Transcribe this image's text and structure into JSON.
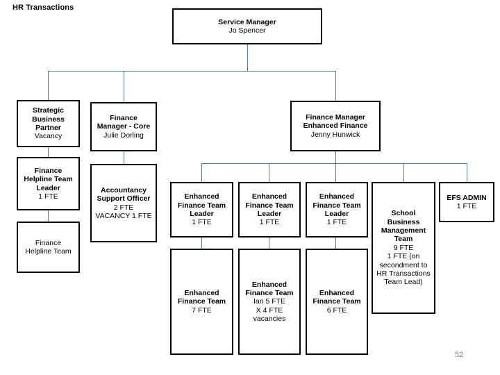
{
  "slide": {
    "title": "HR Transactions",
    "page_number": "52",
    "connector_color": "#4E7B9E",
    "box_border_color": "#000000",
    "background_color": "#FFFFFF"
  },
  "chart_data": {
    "type": "diagram",
    "diagram_type": "org-chart",
    "title": "HR Transactions",
    "nodes": [
      {
        "id": "service-manager",
        "lines": [
          {
            "text": "Service Manager",
            "bold": true
          },
          {
            "text": "Jo Spencer",
            "bold": false
          }
        ]
      },
      {
        "id": "strategic-business-partner",
        "lines": [
          {
            "text": "Strategic",
            "bold": true
          },
          {
            "text": "Business",
            "bold": true
          },
          {
            "text": "Partner",
            "bold": true
          },
          {
            "text": "Vacancy",
            "bold": false
          }
        ]
      },
      {
        "id": "finance-helpline-team-leader",
        "lines": [
          {
            "text": "Finance",
            "bold": true
          },
          {
            "text": "Helpline Team",
            "bold": true
          },
          {
            "text": "Leader",
            "bold": true
          },
          {
            "text": "1 FTE",
            "bold": false
          }
        ]
      },
      {
        "id": "finance-helpline-team",
        "lines": [
          {
            "text": "Finance",
            "bold": false
          },
          {
            "text": "Helpline Team",
            "bold": false
          }
        ]
      },
      {
        "id": "finance-manager-core",
        "lines": [
          {
            "text": "Finance",
            "bold": true
          },
          {
            "text": "Manager - Core",
            "bold": true
          },
          {
            "text": "Julie Dorling",
            "bold": false
          }
        ]
      },
      {
        "id": "accountancy-support-officer",
        "lines": [
          {
            "text": "Accountancy",
            "bold": true
          },
          {
            "text": "Support Officer",
            "bold": true
          },
          {
            "text": "2 FTE",
            "bold": false
          },
          {
            "text": "VACANCY 1 FTE",
            "bold": false
          }
        ]
      },
      {
        "id": "finance-manager-enhanced-finance",
        "lines": [
          {
            "text": "Finance Manager",
            "bold": true
          },
          {
            "text": "Enhanced Finance",
            "bold": true
          },
          {
            "text": "Jenny Hunwick",
            "bold": false
          }
        ]
      },
      {
        "id": "enhanced-finance-team-leader-1",
        "lines": [
          {
            "text": "Enhanced",
            "bold": true
          },
          {
            "text": "Finance Team",
            "bold": true
          },
          {
            "text": "Leader",
            "bold": true
          },
          {
            "text": "1 FTE",
            "bold": false
          }
        ]
      },
      {
        "id": "enhanced-finance-team-leader-2",
        "lines": [
          {
            "text": "Enhanced",
            "bold": true
          },
          {
            "text": "Finance Team",
            "bold": true
          },
          {
            "text": "Leader",
            "bold": true
          },
          {
            "text": "1 FTE",
            "bold": false
          }
        ]
      },
      {
        "id": "enhanced-finance-team-leader-3",
        "lines": [
          {
            "text": "Enhanced",
            "bold": true
          },
          {
            "text": "Finance Team",
            "bold": true
          },
          {
            "text": "Leader",
            "bold": true
          },
          {
            "text": "1 FTE",
            "bold": false
          }
        ]
      },
      {
        "id": "school-business-management-team",
        "lines": [
          {
            "text": "School",
            "bold": true
          },
          {
            "text": "Business",
            "bold": true
          },
          {
            "text": "Management",
            "bold": true
          },
          {
            "text": "Team",
            "bold": true
          },
          {
            "text": "9 FTE",
            "bold": false
          },
          {
            "text": "1 FTE (on",
            "bold": false
          },
          {
            "text": "secondment to",
            "bold": false
          },
          {
            "text": "HR Transactions",
            "bold": false
          },
          {
            "text": "Team Lead)",
            "bold": false
          }
        ]
      },
      {
        "id": "efs-admin",
        "lines": [
          {
            "text": "EFS ADMIN",
            "bold": true
          },
          {
            "text": "1 FTE",
            "bold": false
          }
        ]
      },
      {
        "id": "enhanced-finance-team-1",
        "lines": [
          {
            "text": "Enhanced",
            "bold": true
          },
          {
            "text": "Finance Team",
            "bold": true
          },
          {
            "text": "7 FTE",
            "bold": false
          }
        ]
      },
      {
        "id": "enhanced-finance-team-2",
        "lines": [
          {
            "text": "Enhanced",
            "bold": true
          },
          {
            "text": "Finance Team",
            "bold": true
          },
          {
            "text": "Ian 5 FTE",
            "bold": false
          },
          {
            "text": "X 4 FTE",
            "bold": false
          },
          {
            "text": "vacancies",
            "bold": false
          }
        ]
      },
      {
        "id": "enhanced-finance-team-3",
        "lines": [
          {
            "text": "Enhanced",
            "bold": true
          },
          {
            "text": "Finance Team",
            "bold": true
          },
          {
            "text": "6 FTE",
            "bold": false
          }
        ]
      }
    ],
    "edges": [
      {
        "from": "service-manager",
        "to": "strategic-business-partner"
      },
      {
        "from": "service-manager",
        "to": "finance-manager-core"
      },
      {
        "from": "service-manager",
        "to": "finance-manager-enhanced-finance"
      },
      {
        "from": "strategic-business-partner",
        "to": "finance-helpline-team-leader"
      },
      {
        "from": "finance-helpline-team-leader",
        "to": "finance-helpline-team"
      },
      {
        "from": "finance-manager-core",
        "to": "accountancy-support-officer"
      },
      {
        "from": "finance-manager-enhanced-finance",
        "to": "enhanced-finance-team-leader-1"
      },
      {
        "from": "finance-manager-enhanced-finance",
        "to": "enhanced-finance-team-leader-2"
      },
      {
        "from": "finance-manager-enhanced-finance",
        "to": "enhanced-finance-team-leader-3"
      },
      {
        "from": "finance-manager-enhanced-finance",
        "to": "school-business-management-team"
      },
      {
        "from": "finance-manager-enhanced-finance",
        "to": "efs-admin"
      },
      {
        "from": "enhanced-finance-team-leader-1",
        "to": "enhanced-finance-team-1"
      },
      {
        "from": "enhanced-finance-team-leader-2",
        "to": "enhanced-finance-team-2"
      },
      {
        "from": "enhanced-finance-team-leader-3",
        "to": "enhanced-finance-team-3"
      }
    ]
  }
}
